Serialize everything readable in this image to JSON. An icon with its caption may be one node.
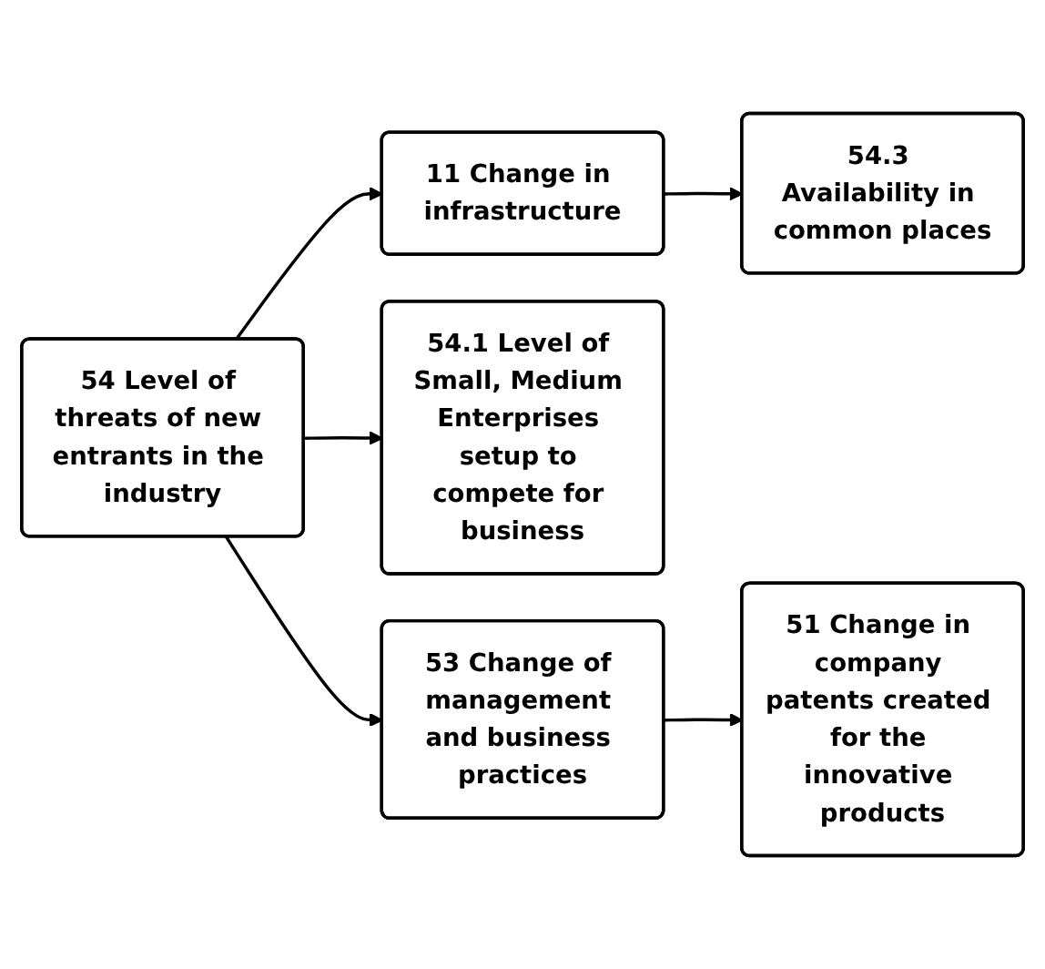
{
  "diagram": {
    "nodes": [
      {
        "text": [
          "11 Change in infrastructure"
        ]
      },
      {
        "text": [
          "54.3 Availability in common places"
        ]
      },
      {
        "text": [
          "54 Level of threats of new entrants in the industry"
        ]
      },
      {
        "text": [
          "54.1 Level of Small, Medium Enterprises setup to compete for business"
        ]
      },
      {
        "text": [
          "53 Change of management and business practices"
        ]
      },
      {
        "text": [
          "51 Change in company patents created for the innovative products"
        ]
      }
    ],
    "edges": [
      {
        "from": 0,
        "to": 1,
        "arrow": "to"
      },
      {
        "from": 2,
        "to": 0,
        "arrow": "to"
      },
      {
        "from": 2,
        "to": 3,
        "arrow": "to"
      },
      {
        "from": 2,
        "to": 4,
        "arrow": "to"
      },
      {
        "from": 4,
        "to": 5,
        "arrow": "to"
      }
    ]
  }
}
